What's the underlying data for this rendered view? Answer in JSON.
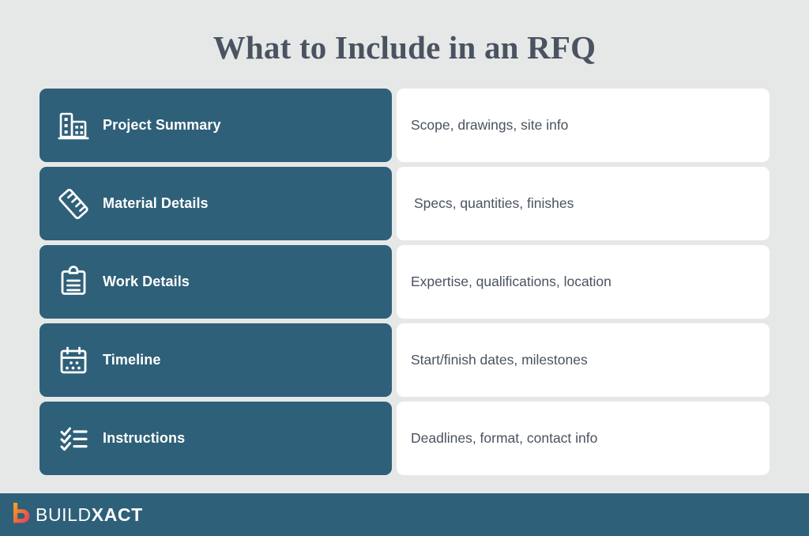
{
  "page": {
    "title": "What to Include in an RFQ",
    "background_color": "#e6e8e8",
    "accent_color": "#2f6079",
    "text_color": "#4a5360",
    "card_color": "#ffffff"
  },
  "rows": [
    {
      "icon": "buildings-icon",
      "label": "Project Summary",
      "detail": "Scope, drawings, site info",
      "detail_indented": false
    },
    {
      "icon": "ruler-icon",
      "label": "Material Details",
      "detail": "Specs, quantities, finishes",
      "detail_indented": true
    },
    {
      "icon": "clipboard-icon",
      "label": "Work Details",
      "detail": "Expertise, qualifications, location",
      "detail_indented": false
    },
    {
      "icon": "calendar-icon",
      "label": "Timeline",
      "detail": "Start/finish dates, milestones",
      "detail_indented": false
    },
    {
      "icon": "checklist-icon",
      "label": "Instructions",
      "detail": "Deadlines, format, contact info",
      "detail_indented": false
    }
  ],
  "footer": {
    "logo_mark": "buildxact-b-mark",
    "logo_text_light": "BUILD",
    "logo_text_bold": "XACT",
    "logo_gradient_start": "#f5a623",
    "logo_gradient_end": "#e4336c",
    "bar_color": "#2f6079"
  }
}
